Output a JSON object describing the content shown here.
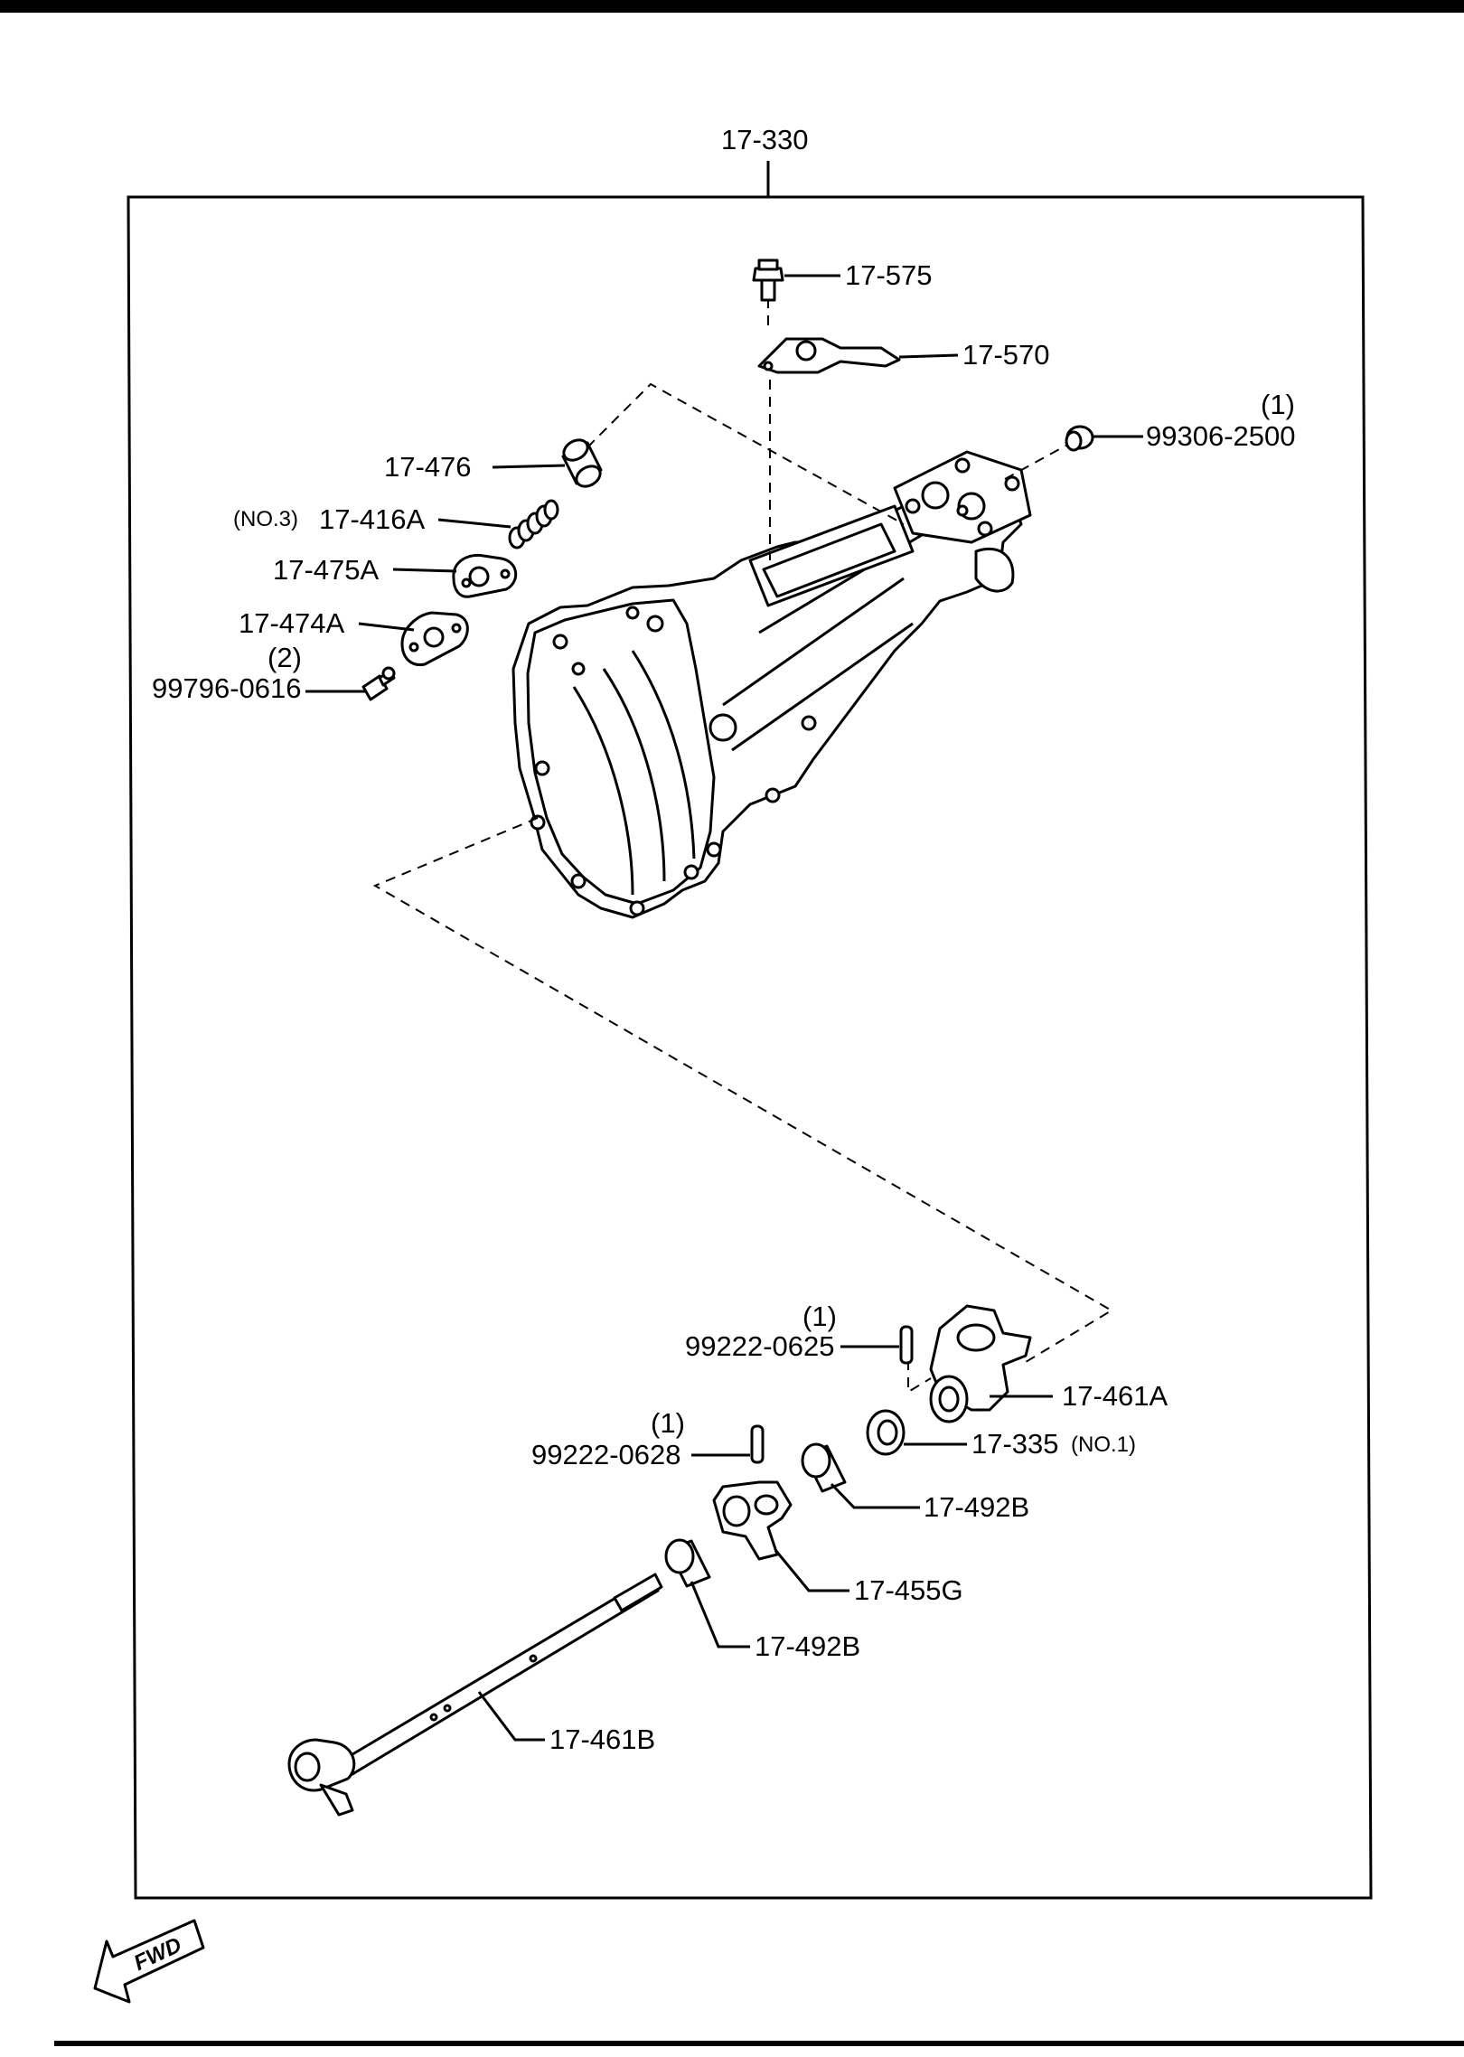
{
  "diagram": {
    "assembly_label": "17-330",
    "fwd_label": "FWD",
    "parts": [
      {
        "id": "p575",
        "label": "17-575"
      },
      {
        "id": "p570",
        "label": "17-570"
      },
      {
        "id": "p99306",
        "label": "99306-2500",
        "qty": "(1)"
      },
      {
        "id": "p476",
        "label": "17-476"
      },
      {
        "id": "p416a",
        "label": "17-416A",
        "note": "(NO.3)"
      },
      {
        "id": "p475a",
        "label": "17-475A"
      },
      {
        "id": "p474a",
        "label": "17-474A"
      },
      {
        "id": "p99796",
        "label": "99796-0616",
        "qty": "(2)"
      },
      {
        "id": "p0625",
        "label": "99222-0625",
        "qty": "(1)"
      },
      {
        "id": "p461a",
        "label": "17-461A"
      },
      {
        "id": "p0628",
        "label": "99222-0628",
        "qty": "(1)"
      },
      {
        "id": "p335",
        "label": "17-335",
        "note": "(NO.1)"
      },
      {
        "id": "p492b1",
        "label": "17-492B"
      },
      {
        "id": "p455g",
        "label": "17-455G"
      },
      {
        "id": "p492b2",
        "label": "17-492B"
      },
      {
        "id": "p461b",
        "label": "17-461B"
      }
    ]
  }
}
